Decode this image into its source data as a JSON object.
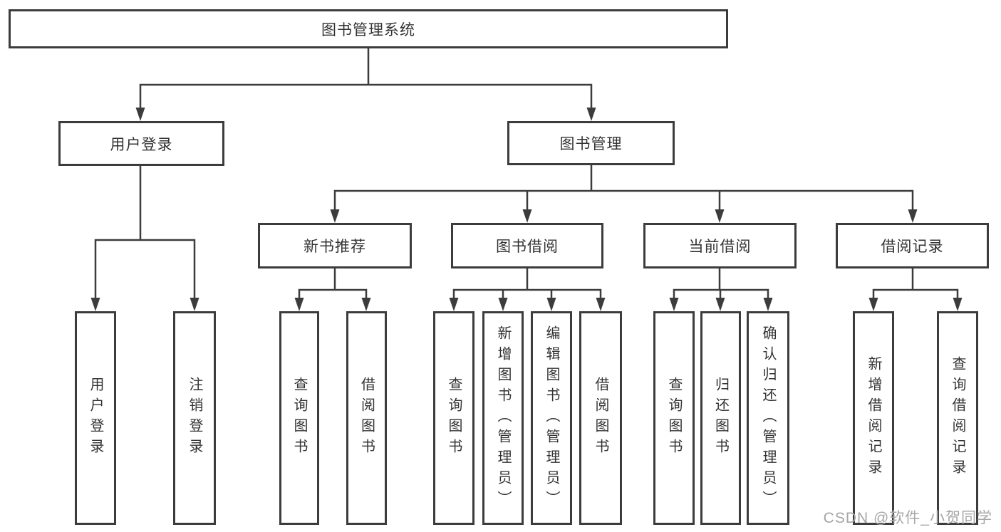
{
  "diagram": {
    "type": "hierarchy-diagram",
    "colors": {
      "line": "#3c3c3c",
      "box_border": "#3c3c3c",
      "text": "#333333",
      "background": "#ffffff",
      "watermark": "#a6a6a6"
    },
    "watermark": "CSDN @软件_小贺同学",
    "tree": {
      "root": {
        "label": "图书管理系统"
      },
      "branches": [
        {
          "label": "用户登录",
          "children": [
            {
              "label": "用户登录"
            },
            {
              "label": "注销登录"
            }
          ]
        },
        {
          "label": "图书管理",
          "sections": [
            {
              "label": "新书推荐",
              "children": [
                {
                  "label": "查询图书"
                },
                {
                  "label": "借阅图书"
                }
              ]
            },
            {
              "label": "图书借阅",
              "children": [
                {
                  "label": "查询图书"
                },
                {
                  "label": "新增图书（管理员）"
                },
                {
                  "label": "编辑图书（管理员）"
                },
                {
                  "label": "借阅图书"
                }
              ]
            },
            {
              "label": "当前借阅",
              "children": [
                {
                  "label": "查询图书"
                },
                {
                  "label": "归还图书"
                },
                {
                  "label": "确认归还（管理员）"
                }
              ]
            },
            {
              "label": "借阅记录",
              "children": [
                {
                  "label": "新增借阅记录"
                },
                {
                  "label": "查询借阅记录"
                }
              ]
            }
          ]
        }
      ]
    }
  }
}
